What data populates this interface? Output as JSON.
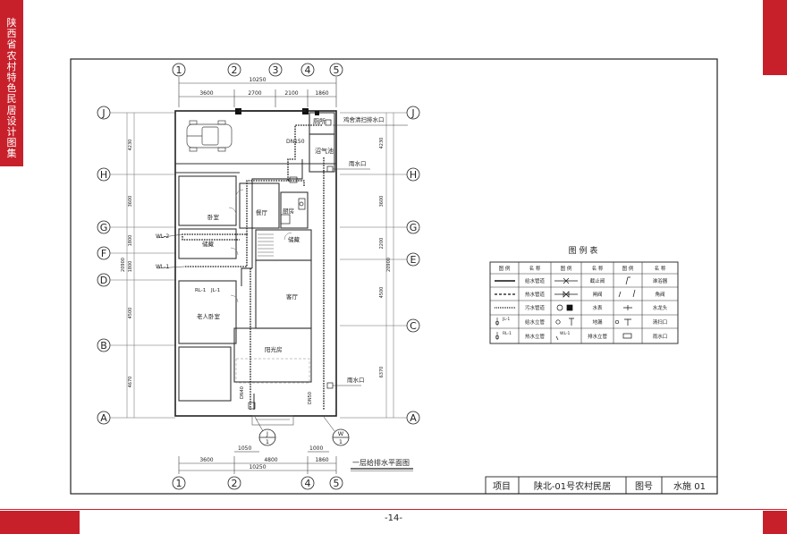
{
  "side_title": "陕西省农村特色民居设计图集",
  "page_number": "-14-",
  "drawing": {
    "top_axes": [
      "1",
      "2",
      "3",
      "4",
      "5"
    ],
    "bottom_axes": [
      "1",
      "2",
      "4",
      "5"
    ],
    "left_axes": [
      "J",
      "H",
      "G",
      "F",
      "D",
      "B",
      "A"
    ],
    "right_axes": [
      "J",
      "H",
      "G",
      "E",
      "C",
      "A"
    ],
    "top_total_dim": "10250",
    "top_dims": [
      "3600",
      "2700",
      "2100",
      "1860"
    ],
    "bottom_dims": [
      "3600",
      "4800",
      "1860"
    ],
    "bottom_total_dim": "10250",
    "left_dims": [
      "4230",
      "3600",
      "1800",
      "1800",
      "4500",
      "4670"
    ],
    "left_total_dim": "20900",
    "right_dims": [
      "4230",
      "3600",
      "2200",
      "4500",
      "6370"
    ],
    "right_total_dim": "20900",
    "room_labels": {
      "toilet": "厕所",
      "septic": "沼气池",
      "bedroom": "卧室",
      "dining": "餐厅",
      "kitchen": "厨房",
      "storage1": "储藏",
      "storage2": "储藏",
      "living": "客厅",
      "elder_bedroom": "老人卧室",
      "sunroom": "阳光房"
    },
    "annotations": {
      "cleanout": "鸡舍清扫排水口",
      "dn150": "DN150",
      "rain_outlet_top": "雨水口",
      "rain_outlet_bottom": "雨水口",
      "wl2": "WL-2",
      "wl1": "WL-1",
      "rl1": "RL-1",
      "jl1": "JL-1",
      "dn40": "DN40",
      "dn50": "DN50",
      "j_mark": "J",
      "w_mark": "W",
      "one": "1",
      "dim_1050": "1050",
      "dim_1000": "1000"
    },
    "plan_title": "一层给排水平面图"
  },
  "legend": {
    "title": "图 例 表",
    "headers": [
      "图  例",
      "名  称",
      "图  例",
      "名  称",
      "图  例",
      "名  称"
    ],
    "rows": [
      [
        "给水管道",
        "截止阀",
        "淋浴器"
      ],
      [
        "热水管道",
        "闸阀",
        "角阀"
      ],
      [
        "污水管道",
        "水表",
        "水龙头"
      ],
      [
        "给水立管",
        "地漏",
        "清扫口"
      ],
      [
        "热水立管",
        "排水立管",
        "雨水口"
      ]
    ],
    "symbol_labels": [
      "JL-1",
      "RL-1",
      "WL-1"
    ]
  },
  "title_block": {
    "project_label": "项目",
    "project_name": "陕北-01号农村民居",
    "drawing_no_label": "图号",
    "drawing_no": "水施 01"
  }
}
